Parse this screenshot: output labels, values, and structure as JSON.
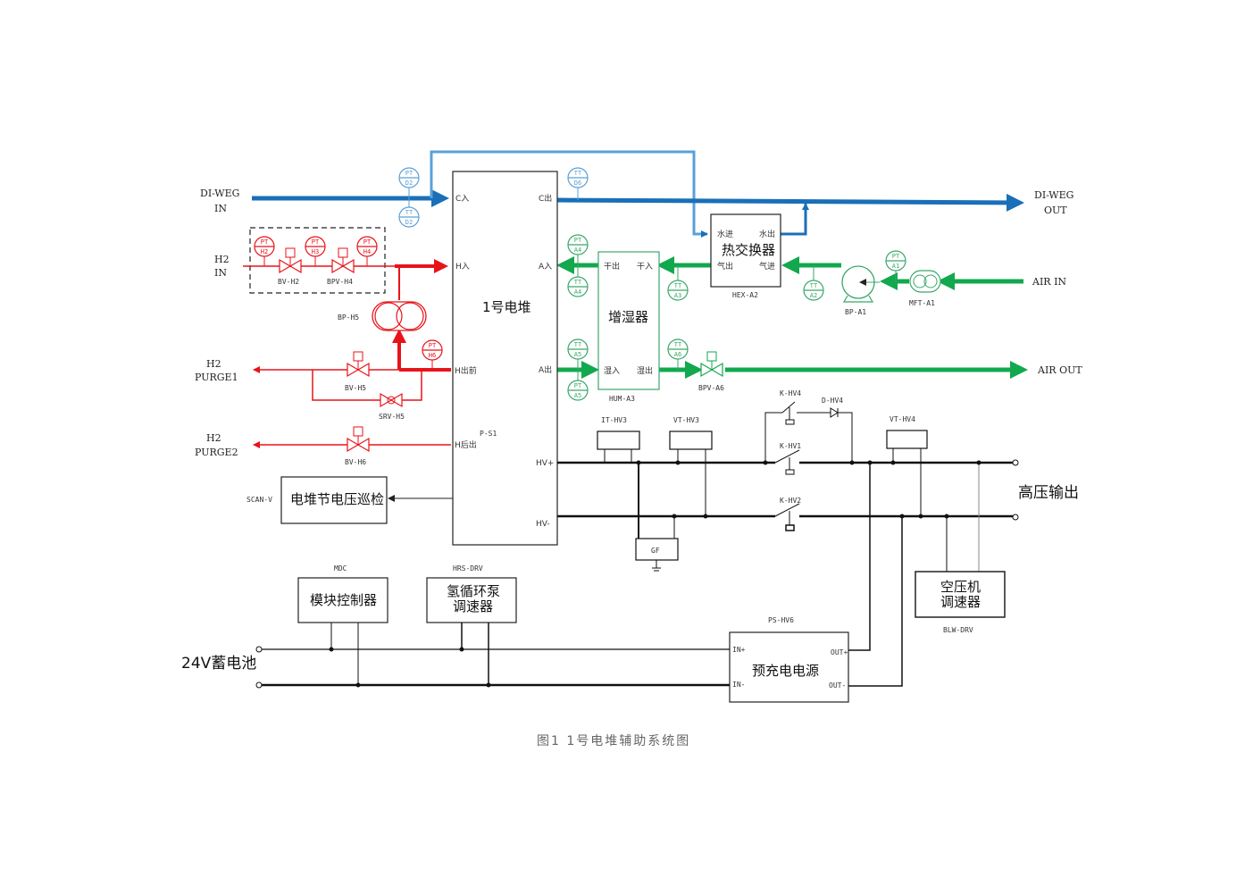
{
  "title": "1号电堆辅助系统图",
  "caption": "图1  1号电堆辅助系统图",
  "colors": {
    "coolant": "#1a6fb8",
    "coolant_light": "#5aa0d8",
    "hydrogen": "#e8131a",
    "air": "#12a84e",
    "air_light": "#3aa86a",
    "electric": "#000000"
  },
  "stack": {
    "name": "1号电堆",
    "ports": {
      "c_in": "C入",
      "c_out": "C出",
      "h_in": "H入",
      "a_in": "A入",
      "a_out": "A出",
      "h_purge_front": "H出前",
      "h_purge_rear": "H后出",
      "hv_plus": "HV+",
      "hv_minus": "HV-",
      "inner_tag": "P-S1"
    }
  },
  "streams": {
    "di_weg_in": [
      "DI-WEG",
      "IN"
    ],
    "di_weg_out": [
      "DI-WEG",
      "OUT"
    ],
    "h2_in": [
      "H2",
      "IN"
    ],
    "h2_purge1": [
      "H2",
      "PURGE1"
    ],
    "h2_purge2": [
      "H2",
      "PURGE2"
    ],
    "air_in": "AIR IN",
    "air_out": "AIR OUT"
  },
  "instruments": {
    "pt_d2": [
      "PT",
      "D2"
    ],
    "tt_d2": [
      "TT",
      "D2"
    ],
    "tt_d6": [
      "TT",
      "D6"
    ],
    "pt_h2": [
      "PT",
      "H2"
    ],
    "pt_h3": [
      "PT",
      "H3"
    ],
    "pt_h4": [
      "PT",
      "H4"
    ],
    "pt_h6": [
      "PT",
      "H6"
    ],
    "pt_a4": [
      "PT",
      "A4"
    ],
    "tt_a4": [
      "TT",
      "A4"
    ],
    "tt_a3": [
      "TT",
      "A3"
    ],
    "tt_a2": [
      "TT",
      "A2"
    ],
    "pt_a1": [
      "PT",
      "A1"
    ],
    "tt_a5": [
      "TT",
      "A5"
    ],
    "pt_a5": [
      "PT",
      "A5"
    ],
    "tt_a6": [
      "TT",
      "A6"
    ]
  },
  "valves": {
    "bv_h2": "BV-H2",
    "bpv_h4": "BPV-H4",
    "bv_h5": "BV-H5",
    "srv_h5": "SRV-H5",
    "bv_h6": "BV-H6",
    "bpv_a6": "BPV-A6"
  },
  "equipment": {
    "bp_h5": "BP-H5",
    "heat_exchanger": {
      "name": "热交换器",
      "tag": "HEX-A2",
      "water_in": "水进",
      "water_out": "水出",
      "gas_out": "气出",
      "gas_in": "气进"
    },
    "humidifier": {
      "name": "增湿器",
      "tag": "HUM-A3",
      "dry_out": "干出",
      "dry_in": "干入",
      "wet_in": "湿入",
      "wet_out": "湿出"
    },
    "bp_a1": "BP-A1",
    "mft_a1": "MFT-A1"
  },
  "electrical": {
    "it_hv3": "IT-HV3",
    "vt_hv3": "VT-HV3",
    "vt_hv4": "VT-HV4",
    "k_hv4": "K-HV4",
    "d_hv4": "D-HV4",
    "k_hv1": "K-HV1",
    "k_hv2": "K-HV2",
    "gf": "GF",
    "hv_output": "高压输出",
    "scan_v_tag": "SCAN-V",
    "scan_v_name": "电堆节电压巡检",
    "mdc_tag": "MDC",
    "mdc_name": "模块控制器",
    "hrs_tag": "HRS-DRV",
    "hrs_name": [
      "氢循环泵",
      "调速器"
    ],
    "blw_tag": "BLW-DRV",
    "blw_name": [
      "空压机",
      "调速器"
    ],
    "ps_tag": "PS-HV6",
    "ps_name": "预充电电源",
    "ps_in_plus": "IN+",
    "ps_in_minus": "IN-",
    "ps_out_plus": "OUT+",
    "ps_out_minus": "OUT-",
    "battery": "24V蓄电池"
  }
}
